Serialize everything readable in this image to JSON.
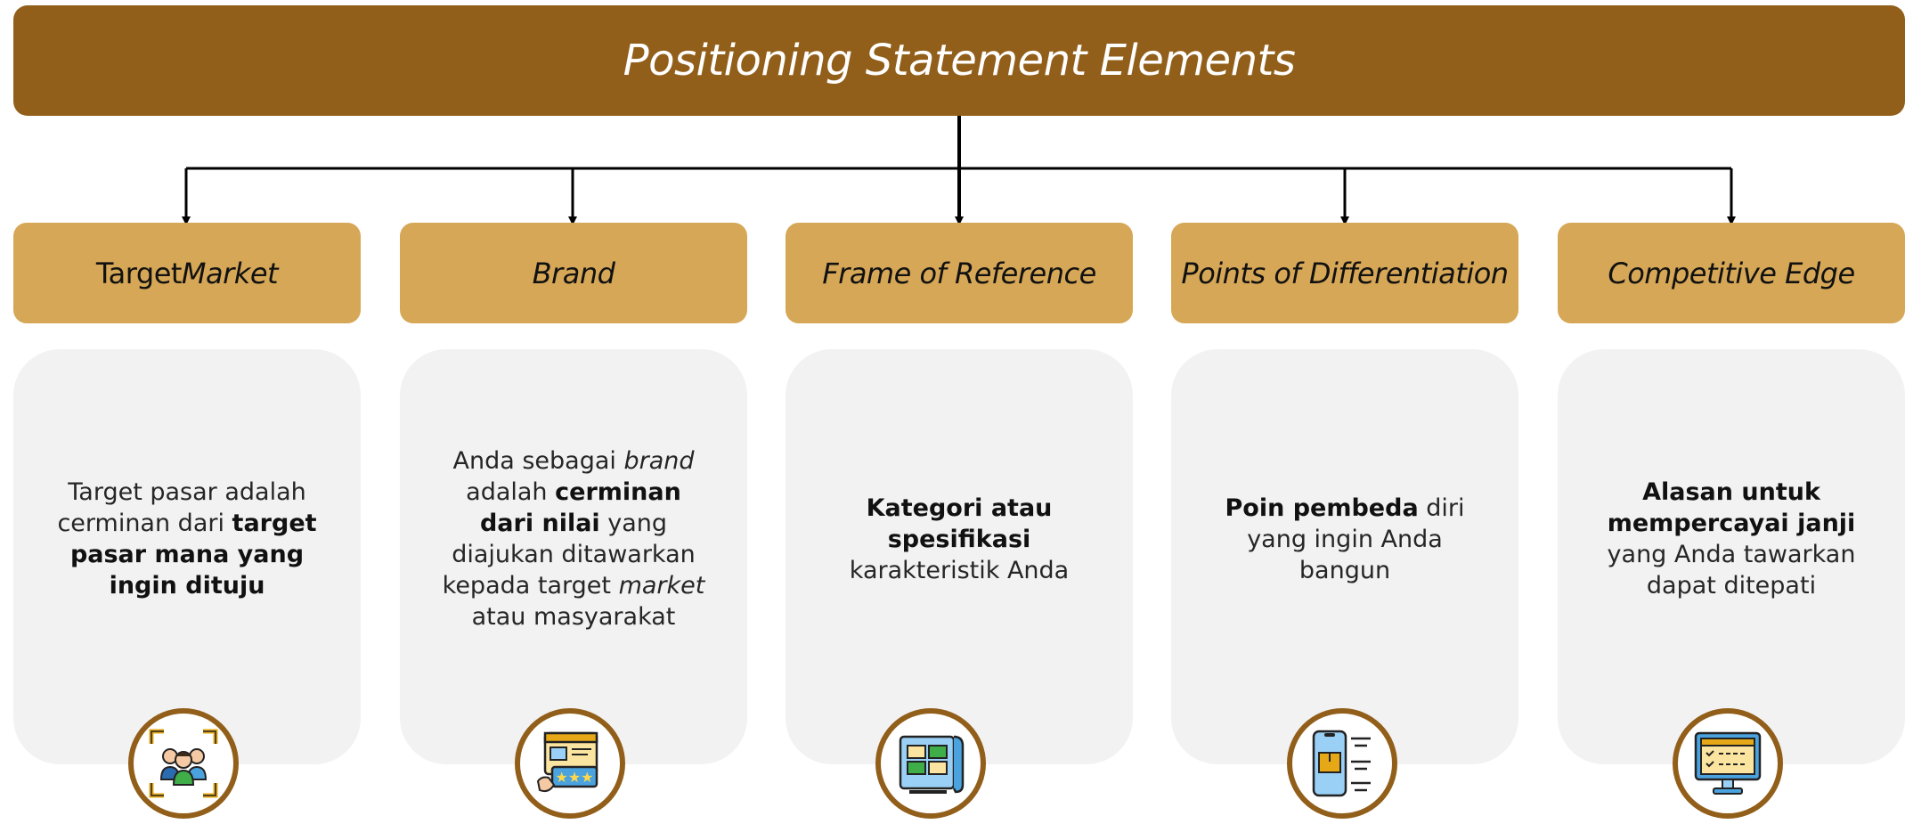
{
  "title": "Positioning Statement Elements",
  "colors": {
    "title_bar": "#925f1a",
    "header_box": "#d6a756",
    "body_box": "#f2f2f2",
    "icon_ring": "#925f1a"
  },
  "columns": [
    {
      "header": {
        "plain": "Target ",
        "italic": "Market"
      },
      "body": [
        {
          "t": "Target pasar adalah cerminan dari ",
          "s": "n"
        },
        {
          "t": "target pasar mana yang ingin dituju",
          "s": "b"
        }
      ],
      "icon": "target-audience-icon"
    },
    {
      "header": {
        "plain": "",
        "italic": "Brand"
      },
      "body": [
        {
          "t": "Anda sebagai ",
          "s": "n"
        },
        {
          "t": "brand",
          "s": "i"
        },
        {
          "t": " adalah ",
          "s": "n"
        },
        {
          "t": "cerminan dari nilai",
          "s": "b"
        },
        {
          "t": " yang diajukan ditawarkan kepada target ",
          "s": "n"
        },
        {
          "t": "market",
          "s": "i"
        },
        {
          "t": " atau masyarakat",
          "s": "n"
        }
      ],
      "icon": "brand-review-icon"
    },
    {
      "header": {
        "plain": "",
        "italic": "Frame of Reference"
      },
      "body": [
        {
          "t": "Kategori atau spesifikasi",
          "s": "b"
        },
        {
          "t": " karakteristik Anda",
          "s": "n"
        }
      ],
      "icon": "blueprint-icon"
    },
    {
      "header": {
        "plain": "",
        "italic": "Points of Differentiation"
      },
      "body": [
        {
          "t": "Poin pembeda",
          "s": "b"
        },
        {
          "t": " diri yang ingin Anda bangun",
          "s": "n"
        }
      ],
      "icon": "mobile-product-icon"
    },
    {
      "header": {
        "plain": "",
        "italic": "Competitive Edge"
      },
      "body": [
        {
          "t": "Alasan untuk mempercayai janji",
          "s": "b"
        },
        {
          "t": " yang Anda tawarkan dapat ditepati",
          "s": "n"
        }
      ],
      "icon": "checklist-monitor-icon"
    }
  ]
}
